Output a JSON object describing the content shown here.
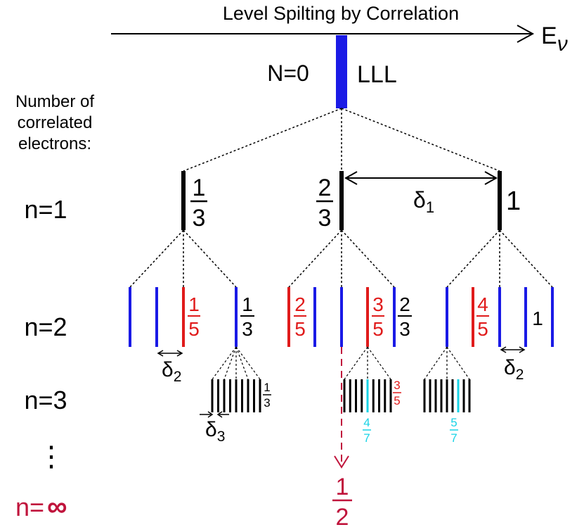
{
  "title": "Level Spilting by Correlation",
  "axis": {
    "label_main": "E",
    "label_sub": "ν"
  },
  "root": {
    "n_label": "N=0",
    "lll_label": "LLL",
    "color": "#1a1ae6"
  },
  "row_header": {
    "line1": "Number of",
    "line2": "correlated",
    "line3": "electrons:"
  },
  "rows": [
    {
      "id": "n1",
      "label": "n=1",
      "color": "#000000"
    },
    {
      "id": "n2",
      "label": "n=2",
      "color": "#000000"
    },
    {
      "id": "n3",
      "label": "n=3",
      "color": "#000000"
    },
    {
      "id": "ninf",
      "label_prefix": "n=",
      "label_symbol": "∞",
      "color": "#c0143c"
    }
  ],
  "fractions": {
    "n1_a": {
      "num": "1",
      "den": "3",
      "color": "#000000"
    },
    "n1_b": {
      "num": "2",
      "den": "3",
      "color": "#000000"
    },
    "n1_c": {
      "whole": "1",
      "color": "#000000"
    },
    "n2_a_red": {
      "num": "1",
      "den": "5",
      "color": "#e01b1b"
    },
    "n2_a_blk": {
      "num": "1",
      "den": "3",
      "color": "#000000"
    },
    "n2_b_red1": {
      "num": "2",
      "den": "5",
      "color": "#e01b1b"
    },
    "n2_b_red2": {
      "num": "3",
      "den": "5",
      "color": "#e01b1b"
    },
    "n2_b_blk": {
      "num": "2",
      "den": "3",
      "color": "#000000"
    },
    "n2_c_red": {
      "num": "4",
      "den": "5",
      "color": "#e01b1b"
    },
    "n2_c_blk": {
      "whole": "1",
      "color": "#000000"
    },
    "n3_a": {
      "num": "1",
      "den": "3",
      "color": "#000000"
    },
    "n3_b_red": {
      "num": "3",
      "den": "5",
      "color": "#e01b1b"
    },
    "n3_b_cyan": {
      "num": "4",
      "den": "7",
      "color": "#19d3e6"
    },
    "n3_c_cyan": {
      "num": "5",
      "den": "7",
      "color": "#19d3e6"
    },
    "half": {
      "num": "1",
      "den": "2",
      "color": "#c0143c"
    }
  },
  "deltas": {
    "d1": {
      "main": "δ",
      "sub": "1"
    },
    "d2a": {
      "main": "δ",
      "sub": "2"
    },
    "d2b": {
      "main": "δ",
      "sub": "2"
    },
    "d3": {
      "main": "δ",
      "sub": "3"
    }
  },
  "ellipsis": "⋮",
  "colors": {
    "blue": "#1a1ae6",
    "red": "#e01b1b",
    "cyan": "#19d3e6",
    "black": "#000000",
    "dark_red": "#c0143c"
  }
}
